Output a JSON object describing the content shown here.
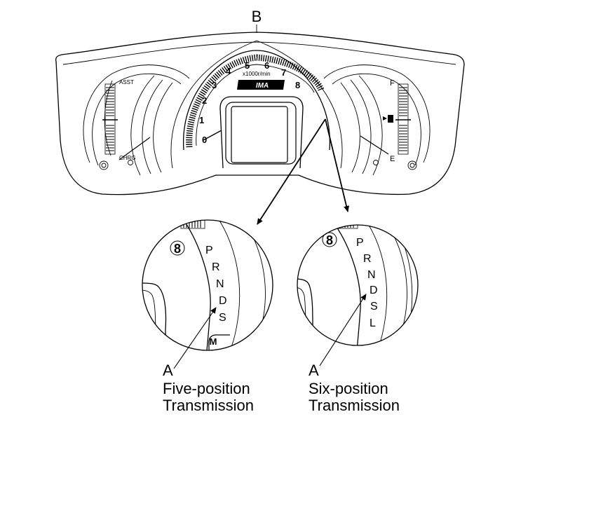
{
  "main_label": "B",
  "cluster": {
    "left_gauge": {
      "top": "ASST",
      "bottom": "CHRG"
    },
    "right_gauge": {
      "top": "F",
      "bottom": "E",
      "icon": "fuel-pump-icon"
    },
    "tach_numbers": [
      "0",
      "1",
      "2",
      "3",
      "4",
      "5",
      "6",
      "7",
      "8"
    ],
    "tach_unit": "x1000r/min",
    "ima_badge": "IMA"
  },
  "detail_left": {
    "tach_number": "8",
    "gears": [
      "P",
      "R",
      "N",
      "D",
      "S"
    ],
    "mode_label": "M",
    "callout": "A",
    "caption_line1": "Five-position",
    "caption_line2": "Transmission"
  },
  "detail_right": {
    "tach_number": "8",
    "gears": [
      "P",
      "R",
      "N",
      "D",
      "S",
      "L"
    ],
    "callout": "A",
    "caption_line1": "Six-position",
    "caption_line2": "Transmission"
  }
}
